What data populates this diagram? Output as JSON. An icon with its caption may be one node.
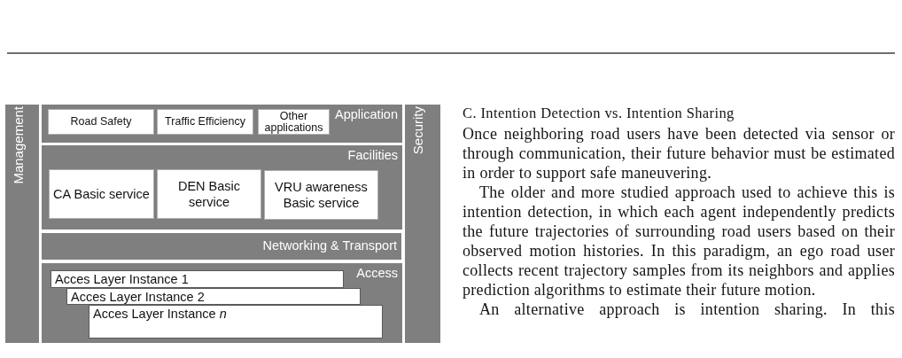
{
  "diagram": {
    "nodes": [
      {
        "text": [
          "Management"
        ]
      },
      {
        "text": [
          "Application"
        ]
      },
      {
        "text": [
          "Road Safety"
        ],
        "in": 1
      },
      {
        "text": [
          "Traffic Efficiency"
        ],
        "in": 1
      },
      {
        "text": [
          "Other applications"
        ],
        "in": 1
      },
      {
        "text": [
          "Facilities"
        ]
      },
      {
        "text": [
          "CA Basic service"
        ],
        "in": 5
      },
      {
        "text": [
          "DEN Basic service"
        ],
        "in": 5
      },
      {
        "text": [
          "VRU awareness Basic service"
        ],
        "in": 5
      },
      {
        "text": [
          "Networking & Transport"
        ]
      },
      {
        "text": [
          "Access"
        ]
      },
      {
        "text": [
          "Acces Layer Instance 1"
        ],
        "in": 10
      },
      {
        "text": [
          "Acces Layer Instance 2"
        ],
        "in": 10
      },
      {
        "text": [
          "Acces Layer Instance *n*"
        ],
        "in": 10
      },
      {
        "text": [
          "Security"
        ]
      }
    ],
    "labels": [
      "C. Intention Detection vs. Intention Sharing",
      "Once neighboring road users have been detected via sensor or through communication, their future behavior must be estimated in order to support safe maneuvering.",
      "The older and more studied approach used to achieve this is intention detection, in which each agent independently predicts the future trajectories of surrounding road users based on their observed motion histories. In this paradigm, an ego road user collects recent trajectory samples from its neighbors and applies prediction algorithms to estimate their future motion.",
      "An alternative approach is intention sharing. In this"
    ]
  }
}
